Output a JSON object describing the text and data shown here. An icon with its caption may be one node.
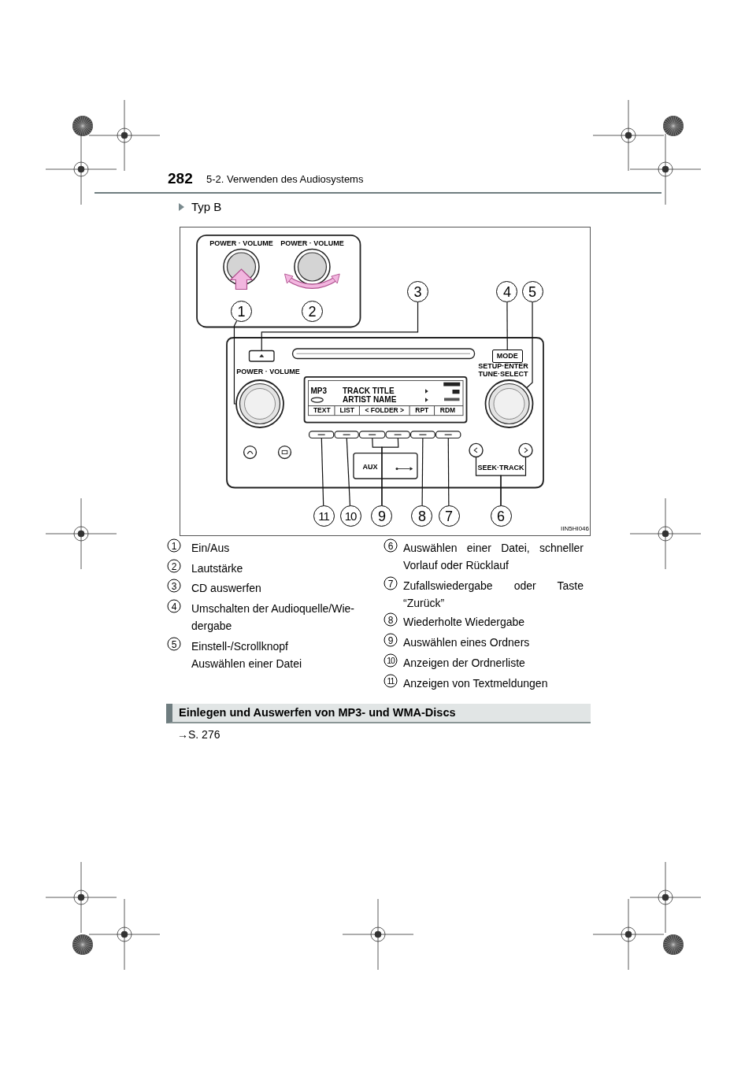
{
  "diagram": {
    "nodes": [
      {
        "text": [
          "1"
        ]
      },
      {
        "text": [
          "2"
        ]
      },
      {
        "text": [
          "3"
        ]
      },
      {
        "text": [
          "4"
        ]
      },
      {
        "text": [
          "5"
        ]
      },
      {
        "text": [
          "6"
        ]
      },
      {
        "text": [
          "7"
        ]
      },
      {
        "text": [
          "8"
        ]
      },
      {
        "text": [
          "9"
        ]
      },
      {
        "text": [
          "10"
        ]
      },
      {
        "text": [
          "11"
        ]
      },
      {
        "text": [],
        "shape": "circle"
      },
      {
        "text": [],
        "shape": "box"
      },
      {
        "text": [
          "MODE"
        ]
      },
      {
        "text": [],
        "shape": "circle"
      },
      {
        "text": [],
        "shape": "circle"
      },
      {
        "text": [],
        "shape": "circle"
      },
      {
        "text": [],
        "shape": "box"
      },
      {
        "text": [],
        "shape": "box"
      },
      {
        "text": [],
        "shape": "box"
      },
      {
        "text": [],
        "shape": "box"
      },
      {
        "text": [],
        "shape": "box"
      },
      {
        "text": [],
        "shape": "box"
      }
    ],
    "edges": [
      {
        "from": 0,
        "to": 11,
        "arrow": "none"
      },
      {
        "from": 2,
        "to": 12,
        "arrow": "none"
      },
      {
        "from": 3,
        "to": 13,
        "arrow": "none"
      },
      {
        "from": 4,
        "to": 14,
        "arrow": "none"
      },
      {
        "from": 5,
        "to": 15,
        "arrow": "none"
      },
      {
        "from": 5,
        "to": 16,
        "arrow": "none"
      },
      {
        "from": 6,
        "to": 22,
        "arrow": "none"
      },
      {
        "from": 7,
        "to": 21,
        "arrow": "none"
      },
      {
        "from": 8,
        "to": 19,
        "arrow": "none"
      },
      {
        "from": 8,
        "to": 20,
        "arrow": "none"
      },
      {
        "from": 9,
        "to": 18,
        "arrow": "none"
      },
      {
        "from": 10,
        "to": 17,
        "arrow": "none"
      }
    ],
    "labels": [
      "282",
      "5-2. Verwenden des Audiosystems",
      "Typ B",
      "POWER · VOLUME",
      "POWER · VOLUME",
      "POWER · VOLUME",
      "SETUP·ENTER TUNE·SELECT",
      "MP3",
      "TRACK TITLE",
      "ARTIST NAME",
      "TEXT",
      "LIST",
      "< FOLDER >",
      "RPT",
      "RDM",
      "AUX",
      "SEEK·TRACK",
      "IIN5HI046",
      "1",
      "Ein/Aus",
      "2",
      "Lautstärke",
      "3",
      "CD auswerfen",
      "4",
      "Umschalten der Audioquelle/Wie- dergabe",
      "5",
      "Einstell-/Scrollknopf",
      "Auswählen einer Datei",
      "6",
      "Auswählen einer Datei, schneller Vorlauf oder Rücklauf",
      "7",
      "Zufallswiedergabe oder Taste “Zurück”",
      "8",
      "Wiederholte Wiedergabe",
      "9",
      "Auswählen eines Ordners",
      "10",
      "Anzeigen der Ordnerliste",
      "11",
      "Anzeigen von Textmeldungen",
      "Einlegen und Auswerfen von MP3- und WMA-Discs",
      "→S. 276"
    ]
  }
}
